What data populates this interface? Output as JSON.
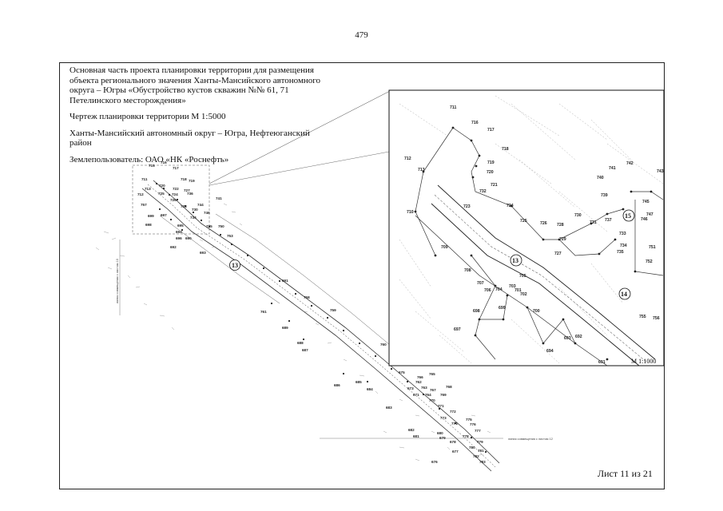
{
  "page_number": "479",
  "title_block": {
    "line1": "Основная часть проекта планировки территории для размещения",
    "line2": "объекта регионального значения Ханты-Мансийского автономного",
    "line3": "округа – Югры «Обустройство кустов скважин №№ 61, 71",
    "line4": "Петелинского месторождения»",
    "drawing_title": "Чертеж планировки территории М 1:5000",
    "region": "Ханты-Мансийский автономный округ – Югра, Нефтеюганский район",
    "land_user": "Землепользователь: ОАО «НК «Роснефть»"
  },
  "inset": {
    "scale": "М 1:1000",
    "circles": [
      "13",
      "14",
      "15"
    ]
  },
  "main_map": {
    "circle": "13",
    "match_line_left": "линия совмещения с листом 10",
    "match_line_bottom": "линия совмещения с листом 12"
  },
  "sheet": "Лист 11 из 21",
  "main_labels": [
    "715",
    "716",
    "717",
    "718",
    "719",
    "711",
    "712",
    "713",
    "720",
    "722",
    "724",
    "725",
    "726",
    "727",
    "728",
    "730",
    "734",
    "736",
    "741",
    "744",
    "746",
    "735",
    "750",
    "753",
    "757",
    "699",
    "698",
    "697",
    "696",
    "695",
    "694",
    "693",
    "692",
    "690",
    "691",
    "758",
    "759",
    "760",
    "761",
    "689",
    "688",
    "687",
    "686",
    "685",
    "684",
    "683",
    "682",
    "681",
    "680",
    "679",
    "678",
    "677",
    "676",
    "675",
    "673",
    "671",
    "762",
    "763",
    "764",
    "765",
    "766",
    "767",
    "768",
    "769",
    "770",
    "771",
    "772",
    "773",
    "774",
    "775",
    "776",
    "777",
    "778",
    "779",
    "780",
    "781",
    "782",
    "783",
    "784",
    "785",
    "786",
    "787",
    "788",
    "789"
  ],
  "inset_labels": [
    "711",
    "716",
    "717",
    "718",
    "719",
    "720",
    "721",
    "712",
    "713",
    "710",
    "732",
    "723",
    "724",
    "725",
    "726",
    "728",
    "729",
    "727",
    "730",
    "731",
    "737",
    "739",
    "740",
    "741",
    "742",
    "743",
    "745",
    "746",
    "747",
    "733",
    "734",
    "735",
    "751",
    "752",
    "709",
    "708",
    "707",
    "706",
    "705",
    "704",
    "703",
    "702",
    "701",
    "700",
    "698",
    "699",
    "697",
    "694",
    "693",
    "692",
    "691",
    "755",
    "756"
  ]
}
